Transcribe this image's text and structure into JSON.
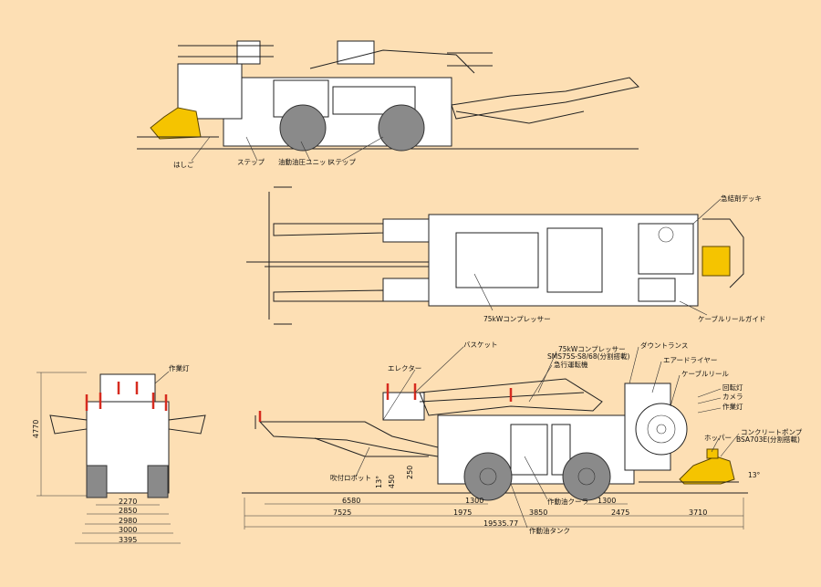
{
  "side_top_labels": {
    "ladder": "はしご",
    "step1": "ステップ",
    "hydraulic_unit": "油動油圧ユニット",
    "step2": "ステップ"
  },
  "plan_labels": {
    "emergency_deck": "急結剤デッキ",
    "compressor": "75kWコンプレッサー",
    "cable_reel_guide": "ケーブルリールガイド"
  },
  "side_main_labels": {
    "basket": "バスケット",
    "compressor": "75kWコンプレッサー",
    "compressor_model": "SMS75S-S8/68(分割搭載)",
    "quick_tank": "急行運転機",
    "down_trans": "ダウントランス",
    "air_dryer": "エアードライヤー",
    "cable_reel": "ケーブルリール",
    "rotary_lamp": "回転灯",
    "camera": "カメラ",
    "work_lamp": "作業灯",
    "concrete_pump": "コンクリートポンプ",
    "pump_model": "BSA703E(分割搭載)",
    "hopper": "ホッパー",
    "erector": "エレクター",
    "spray_robot": "吹付ロボット",
    "oil_cooler": "作動油クーラ",
    "oil_tank": "作動油タンク",
    "angle": "13°"
  },
  "front_labels": {
    "work_lamp": "作業灯"
  },
  "dimensions": {
    "front_height": "4770",
    "front_w1": "2270",
    "front_w2": "2850",
    "front_w3": "2980",
    "front_w4": "3000",
    "front_w5": "3395",
    "side_6580": "6580",
    "side_1300a": "1300",
    "side_1300b": "1300",
    "side_7525": "7525",
    "side_1975": "1975",
    "side_3850": "3850",
    "side_2475": "2475",
    "side_3710": "3710",
    "side_total": "19535.77",
    "clear_450": "450",
    "clear_250": "250",
    "clear_13": "13°"
  },
  "colors": {
    "background": "#fddfb4",
    "pump": "#f5c400",
    "lamp": "#d62b1f",
    "tire": "#8a8a8a"
  }
}
